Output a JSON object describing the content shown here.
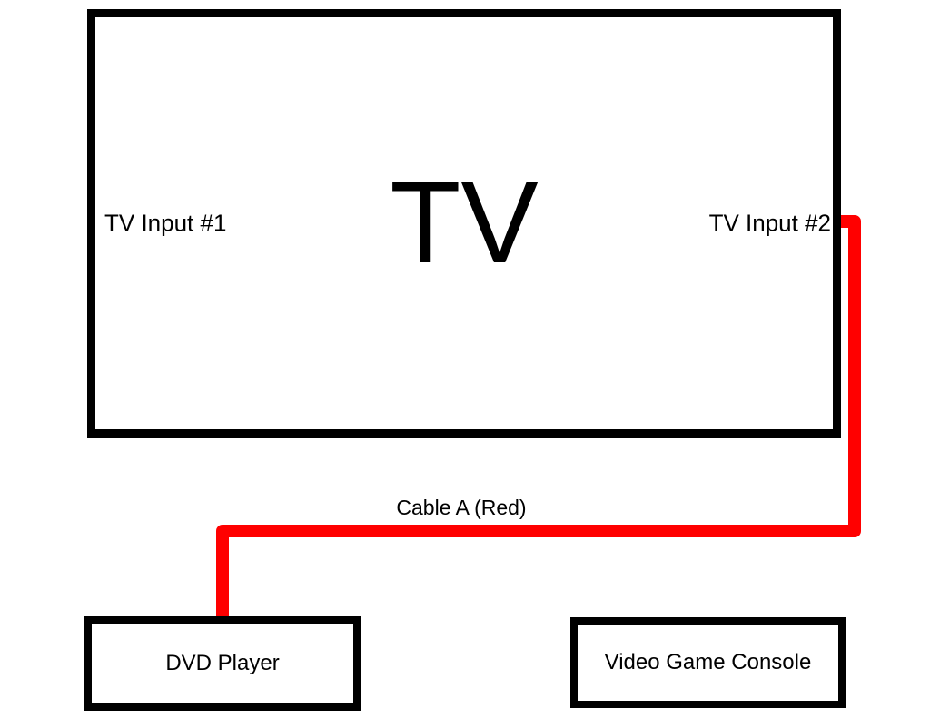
{
  "page": {
    "background": "#ffffff"
  },
  "diagram": {
    "outline_color": "#000000",
    "tv": {
      "title": "TV",
      "inputs": [
        {
          "label": "TV Input #1"
        },
        {
          "label": "TV Input #2"
        }
      ]
    },
    "cable": {
      "label": "Cable A (Red)",
      "color": "#ff0000"
    },
    "devices": [
      {
        "label": "DVD Player"
      },
      {
        "label": "Video Game Console"
      }
    ]
  }
}
